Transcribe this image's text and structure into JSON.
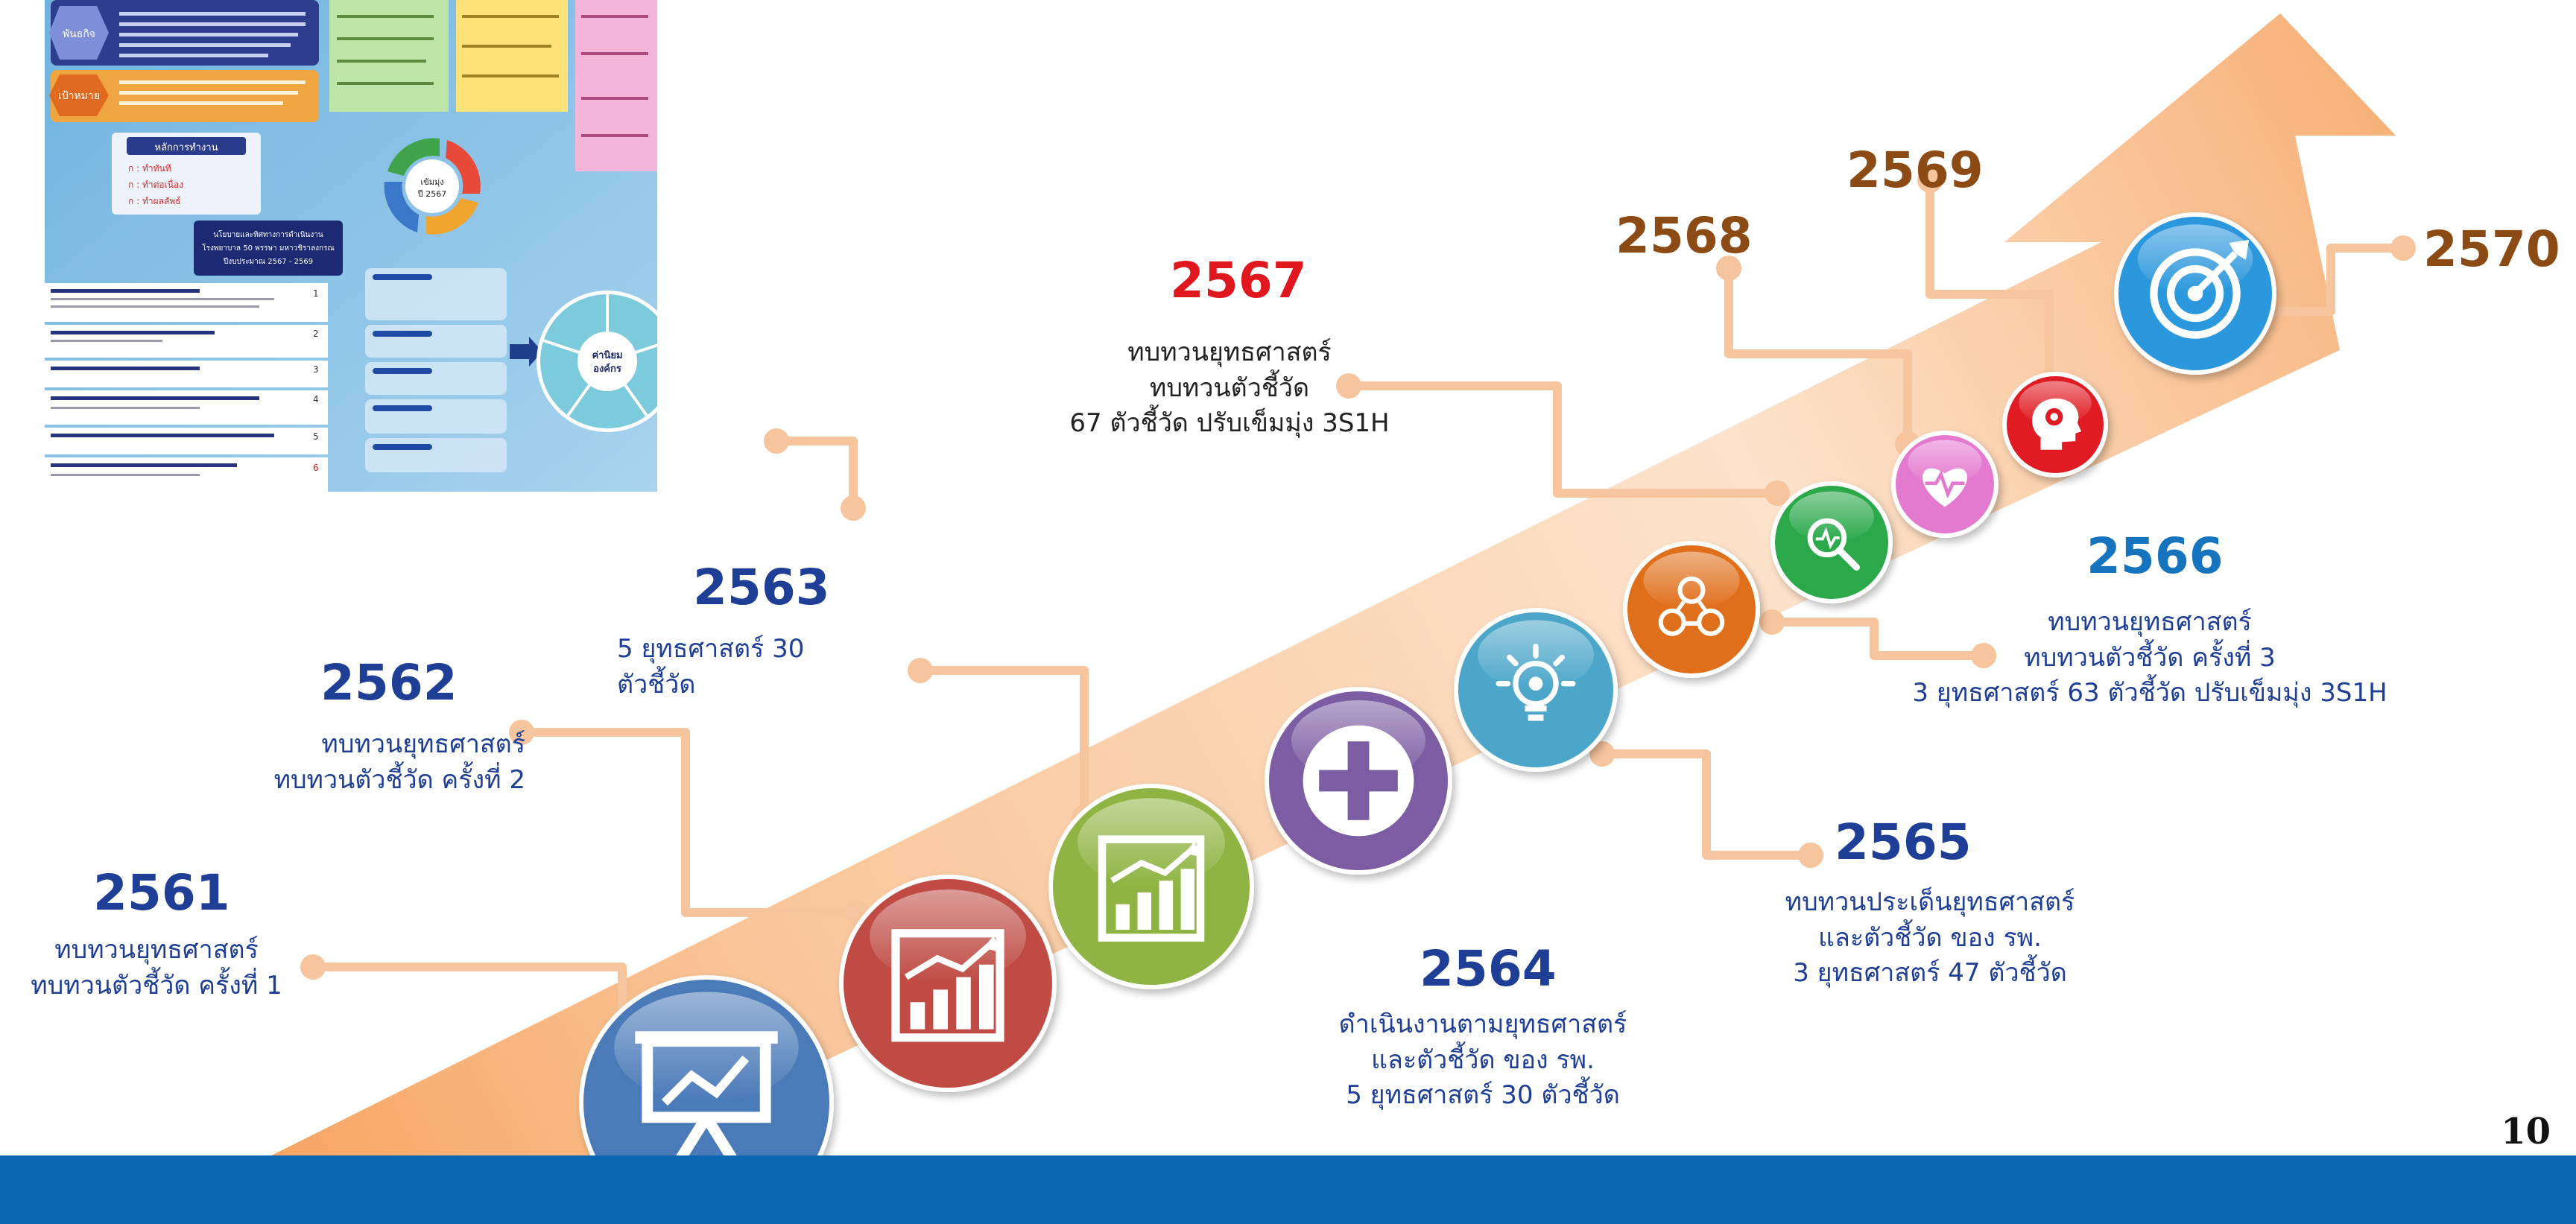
{
  "colors": {
    "blue_text": "#1f3f97",
    "brand_blue": "#1673be",
    "red_year": "#e0171f",
    "brown_year": "#8c4a14",
    "connector": "#f6c49d",
    "band": "#0a67b2"
  },
  "milestones": [
    {
      "year": "2561",
      "lines": [
        "ทบทวนยุทธศาสตร์",
        "ทบทวนตัวชี้วัด ครั้งที่ 1"
      ]
    },
    {
      "year": "2562",
      "lines": [
        "ทบทวนยุทธศาสตร์",
        "ทบทวนตัวชี้วัด ครั้งที่ 2"
      ]
    },
    {
      "year": "2563",
      "lines": [
        "5 ยุทธศาสตร์ 30",
        "ตัวชี้วัด"
      ]
    },
    {
      "year": "2564",
      "lines": [
        "ดำเนินงานตามยุทธศาสตร์",
        "และตัวชี้วัด ของ รพ.",
        "5 ยุทธศาสตร์ 30 ตัวชี้วัด"
      ]
    },
    {
      "year": "2565",
      "lines": [
        "ทบทวนประเด็นยุทธศาสตร์",
        "และตัวชี้วัด ของ รพ.",
        "3 ยุทธศาสตร์  47 ตัวชี้วัด"
      ]
    },
    {
      "year": "2566",
      "lines": [
        "ทบทวนยุทธศาสตร์",
        "ทบทวนตัวชี้วัด ครั้งที่ 3",
        "3 ยุทธศาสตร์ 63 ตัวชี้วัด ปรับเข็มมุ่ง 3S1H"
      ]
    },
    {
      "year": "2567",
      "lines": [
        "ทบทวนยุทธศาสตร์",
        "ทบทวนตัวชี้วัด",
        "67 ตัวชี้วัด ปรับเข็มมุ่ง 3S1H"
      ]
    },
    {
      "year": "2568",
      "lines": []
    },
    {
      "year": "2569",
      "lines": []
    },
    {
      "year": "2570",
      "lines": []
    }
  ],
  "circles": [
    {
      "icon": "presentation-board-icon",
      "color": "#4a7ab8"
    },
    {
      "icon": "bar-chart-icon",
      "color": "#bf4b44"
    },
    {
      "icon": "growth-chart-icon",
      "color": "#8fb443"
    },
    {
      "icon": "plus-icon",
      "color": "#7c5da3"
    },
    {
      "icon": "lightbulb-icon",
      "color": "#4ba6c9"
    },
    {
      "icon": "team-icon",
      "color": "#e06f1c"
    },
    {
      "icon": "magnifier-icon",
      "color": "#2aa84a"
    },
    {
      "icon": "heart-pulse-icon",
      "color": "#e47ad0"
    },
    {
      "icon": "brain-head-icon",
      "color": "#e01b23"
    },
    {
      "icon": "target-icon",
      "color": "#2b97dc"
    }
  ],
  "thumbnail": {
    "mission_label": "พันธกิจ",
    "goal_label": "เป้าหมาย",
    "principles_title": "หลักการทำงาน",
    "principles": [
      "ก : ทำทันที",
      "ก : ทำต่อเนื่อง",
      "ก : ทำผลลัพธ์"
    ],
    "cycle_center": "เข้มมุ่ง\nปี 2567",
    "policy_title": "นโยบายและทิศทางการดำเนินงาน\nโรงพยาบาล 50 พรรษา มหาวชิราลงกรณ\nปีงบประมาณ 2567 - 2569",
    "values_center": "ค่านิยม\nองค์กร"
  },
  "page_number": "10"
}
